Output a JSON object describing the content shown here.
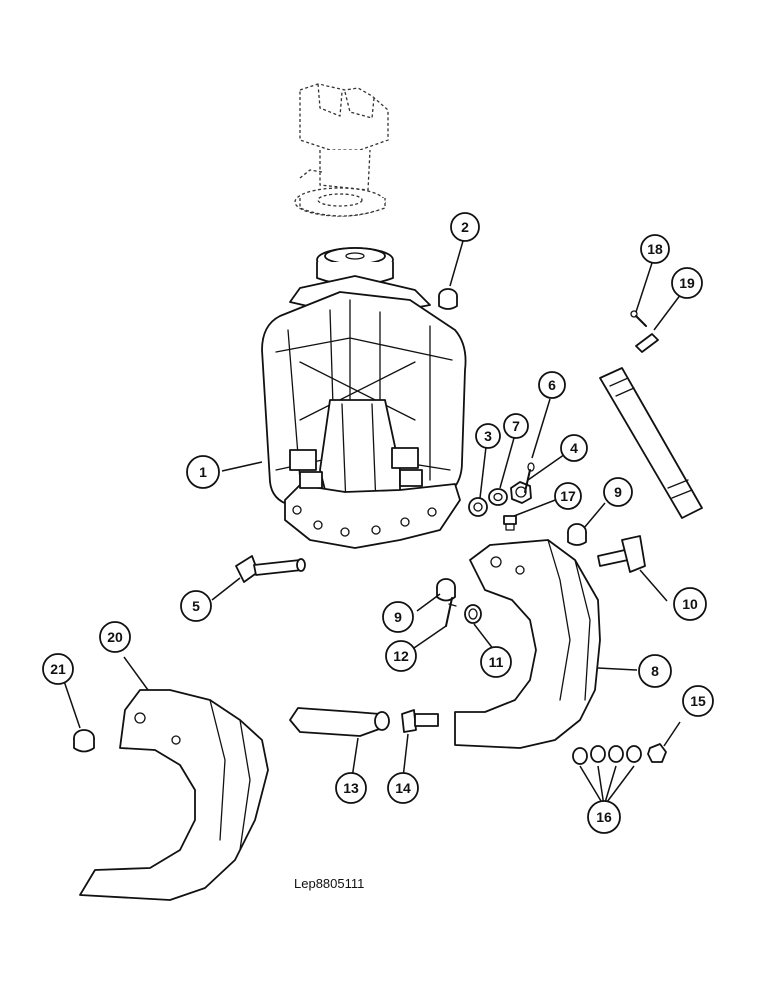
{
  "drawing": {
    "reference_code": "Lep8805111"
  },
  "callouts": [
    {
      "id": "c1",
      "label": "1"
    },
    {
      "id": "c2",
      "label": "2"
    },
    {
      "id": "c3",
      "label": "3"
    },
    {
      "id": "c4",
      "label": "4"
    },
    {
      "id": "c5",
      "label": "5"
    },
    {
      "id": "c6",
      "label": "6"
    },
    {
      "id": "c7",
      "label": "7"
    },
    {
      "id": "c8",
      "label": "8"
    },
    {
      "id": "c9a",
      "label": "9"
    },
    {
      "id": "c9b",
      "label": "9"
    },
    {
      "id": "c10",
      "label": "10"
    },
    {
      "id": "c11",
      "label": "11"
    },
    {
      "id": "c12",
      "label": "12"
    },
    {
      "id": "c13",
      "label": "13"
    },
    {
      "id": "c14",
      "label": "14"
    },
    {
      "id": "c15",
      "label": "15"
    },
    {
      "id": "c16",
      "label": "16"
    },
    {
      "id": "c17",
      "label": "17"
    },
    {
      "id": "c18",
      "label": "18"
    },
    {
      "id": "c19",
      "label": "19"
    },
    {
      "id": "c20",
      "label": "20"
    },
    {
      "id": "c21",
      "label": "21"
    }
  ]
}
